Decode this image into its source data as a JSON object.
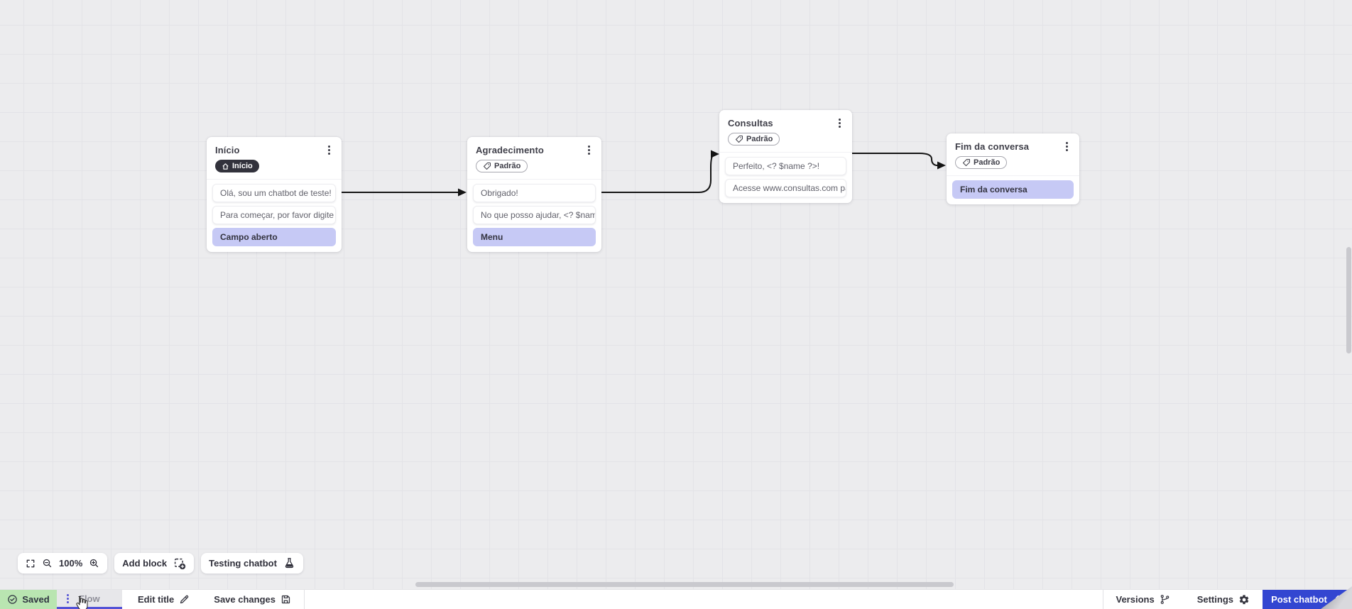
{
  "nodes": [
    {
      "title": "Início",
      "badge": "Início",
      "badge_icon": "home-icon",
      "blocks": [
        {
          "text": "Olá, sou um chatbot de teste!",
          "kind": "message"
        },
        {
          "text": "Para começar, por favor digite o ...",
          "kind": "message"
        },
        {
          "text": "Campo aberto",
          "kind": "input"
        }
      ]
    },
    {
      "title": "Agradecimento",
      "badge": "Padrão",
      "badge_icon": "tag-icon",
      "blocks": [
        {
          "text": "Obrigado!",
          "kind": "message"
        },
        {
          "text": "No que posso ajudar, <? $name ...",
          "kind": "message"
        },
        {
          "text": "Menu",
          "kind": "input"
        }
      ]
    },
    {
      "title": "Consultas",
      "badge": "Padrão",
      "badge_icon": "tag-icon",
      "blocks": [
        {
          "text": "Perfeito, <? $name ?>!",
          "kind": "message"
        },
        {
          "text": "Acesse www.consultas.com par...",
          "kind": "message"
        }
      ]
    },
    {
      "title": "Fim da conversa",
      "badge": "Padrão",
      "badge_icon": "tag-icon",
      "blocks": [
        {
          "text": "Fim da conversa",
          "kind": "input"
        }
      ]
    }
  ],
  "toolbar": {
    "zoom_level": "100%",
    "add_block": "Add block",
    "testing_chatbot": "Testing chatbot"
  },
  "statusbar": {
    "saved": "Saved",
    "flow_tab": "Flow",
    "edit_title": "Edit title",
    "save_changes": "Save changes",
    "versions": "Versions",
    "settings": "Settings",
    "post_chatbot": "Post chatbot"
  },
  "colors": {
    "accent": "#5352d6",
    "input_block_bg": "#c6c9f5",
    "saved_chip_bg": "#b9e5b1",
    "post_button_bg": "#3346d1",
    "badge_dark_bg": "#32323c",
    "connection": "#141414"
  }
}
